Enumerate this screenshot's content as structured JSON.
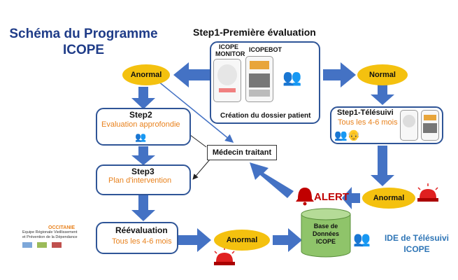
{
  "title": {
    "line1": "Schéma du Programme",
    "line2": "ICOPE"
  },
  "step1": {
    "heading": "Step1-Première évaluation",
    "monitor_label_1": "ICOPE",
    "monitor_label_2": "MONITOR",
    "bot_label": "ICOPEBOT",
    "caption": "Création du dossier patient"
  },
  "anormal_top": "Anormal",
  "normal_top": "Normal",
  "step2": {
    "heading": "Step2",
    "subtitle": "Evaluation approfondie"
  },
  "step3": {
    "heading": "Step3",
    "subtitle": "Plan d'intervention"
  },
  "reevaluation": {
    "heading": "Réévaluation",
    "subtitle": "Tous les 4-6 mois"
  },
  "medecin": "Médecin traitant",
  "telesuivi": {
    "heading": "Step1-Télésuivi",
    "subtitle": "Tous les 4-6 mois"
  },
  "anormal_right": "Anormal",
  "anormal_bottom": "Anormal",
  "alert_label": "ALERT",
  "database": {
    "line1": "Base de",
    "line2": "Données",
    "line3": "ICOPE"
  },
  "ide": {
    "line1": "IDE de Télésuivi",
    "line2": "ICOPE"
  },
  "logo": {
    "name": "OCCITANIE",
    "line1": "Equipe Régionale Vieillissement",
    "line2": "et Prévention de la Dépendance"
  },
  "colors": {
    "arrow": "#4472c4",
    "oval": "#f4c10f",
    "box_border": "#2f5597",
    "title": "#1f3c88",
    "accent_orange": "#e8811c",
    "alert_red": "#c00000",
    "db_green": "#8fc46a",
    "ide_blue": "#2e75b6"
  }
}
